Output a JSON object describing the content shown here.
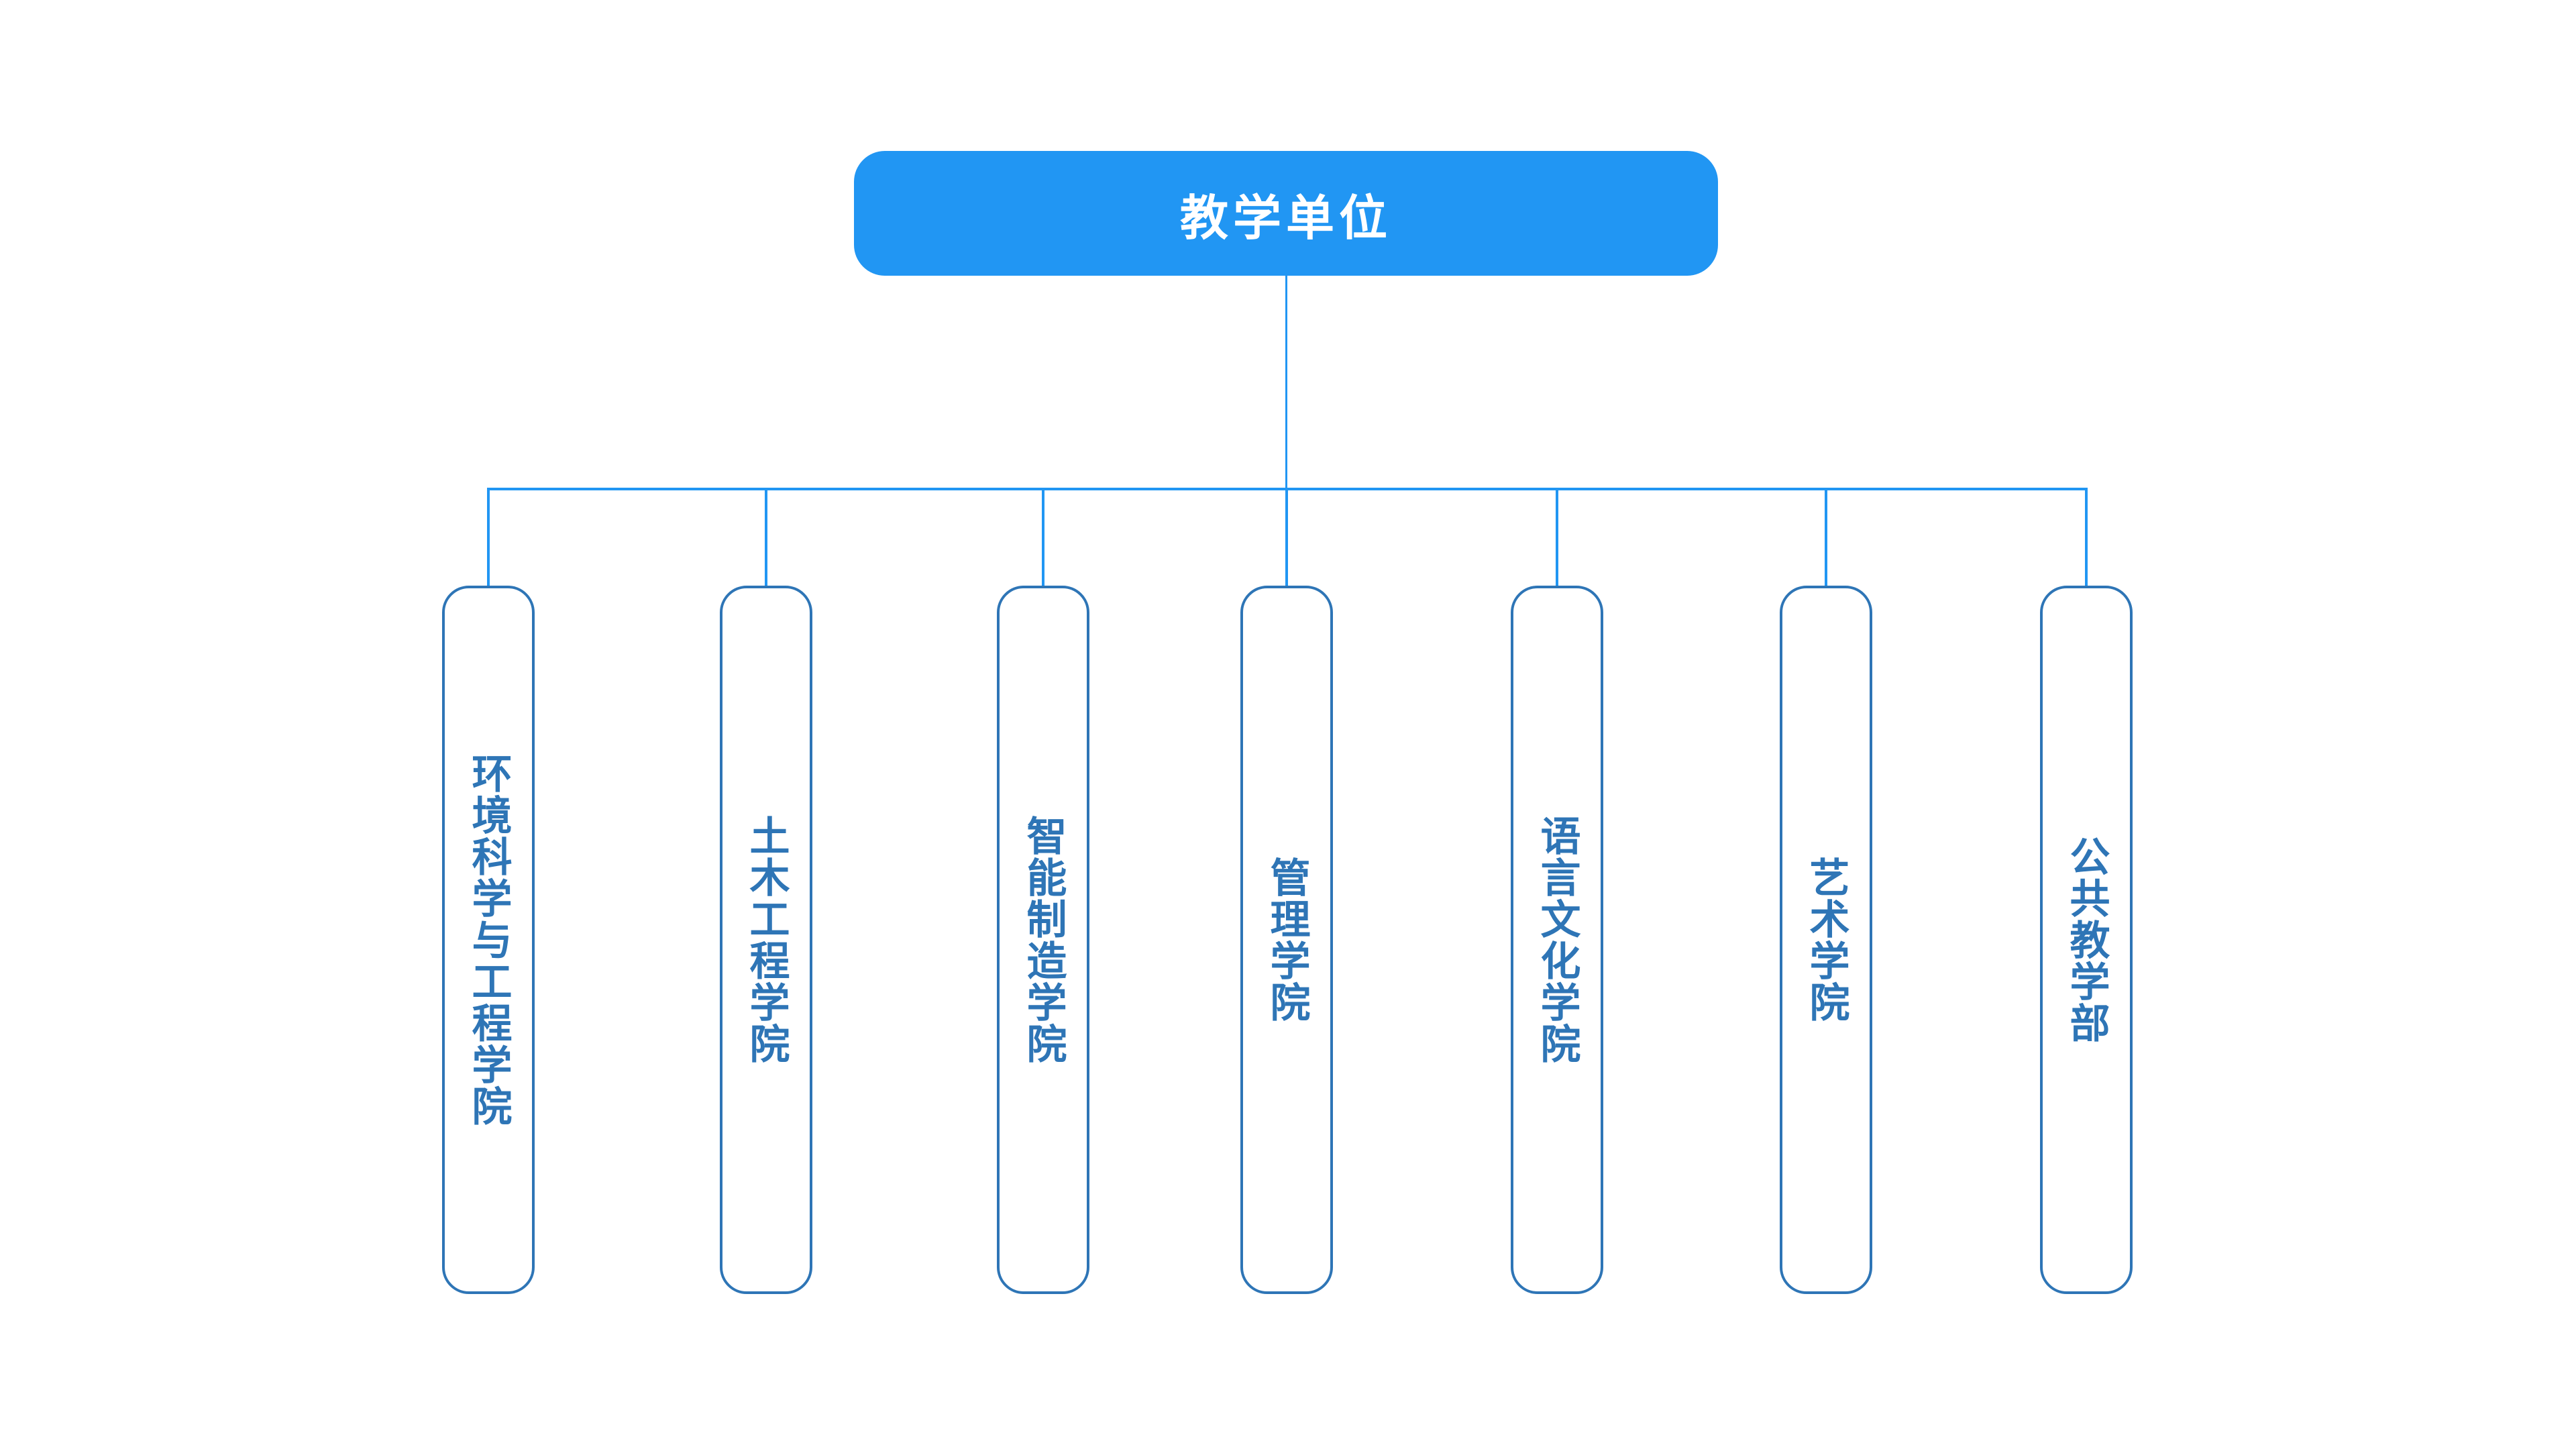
{
  "org_chart": {
    "root": {
      "label": "教学单位"
    },
    "children": [
      {
        "label": "环境科学与工程学院"
      },
      {
        "label": "土木工程学院"
      },
      {
        "label": "智能制造学院"
      },
      {
        "label": "管理学院"
      },
      {
        "label": "语言文化学院"
      },
      {
        "label": "艺术学院"
      },
      {
        "label": "公共教学部"
      }
    ],
    "colors": {
      "node_fill": "#2196F3",
      "node_text": "#FFFFFF",
      "connector": "#2196F3",
      "child_border": "#2E75B6",
      "child_text": "#2E75B6",
      "canvas_bg": "#FFFFFF"
    }
  }
}
